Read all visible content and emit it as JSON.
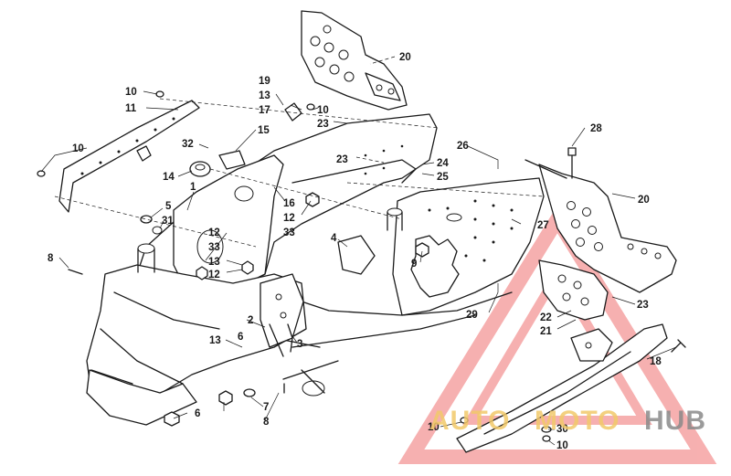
{
  "diagram": {
    "callouts": [
      {
        "id": "c20a",
        "text": "20"
      },
      {
        "id": "c19",
        "text": "19"
      },
      {
        "id": "c13a",
        "text": "13"
      },
      {
        "id": "c17",
        "text": "17"
      },
      {
        "id": "c10a",
        "text": "10"
      },
      {
        "id": "c23a",
        "text": "23"
      },
      {
        "id": "c10b",
        "text": "10"
      },
      {
        "id": "c11",
        "text": "11"
      },
      {
        "id": "c15",
        "text": "15"
      },
      {
        "id": "c32",
        "text": "32"
      },
      {
        "id": "c10c",
        "text": "10"
      },
      {
        "id": "c14",
        "text": "14"
      },
      {
        "id": "c1",
        "text": "1"
      },
      {
        "id": "c5",
        "text": "5"
      },
      {
        "id": "c31",
        "text": "31"
      },
      {
        "id": "c16",
        "text": "16"
      },
      {
        "id": "c12a",
        "text": "12"
      },
      {
        "id": "c33a",
        "text": "33"
      },
      {
        "id": "c12b",
        "text": "12"
      },
      {
        "id": "c33b",
        "text": "33"
      },
      {
        "id": "c13b",
        "text": "13"
      },
      {
        "id": "c12c",
        "text": "12"
      },
      {
        "id": "c4",
        "text": "4"
      },
      {
        "id": "c9",
        "text": "9"
      },
      {
        "id": "c23b",
        "text": "23"
      },
      {
        "id": "c26",
        "text": "26"
      },
      {
        "id": "c24",
        "text": "24"
      },
      {
        "id": "c25",
        "text": "25"
      },
      {
        "id": "c28",
        "text": "28"
      },
      {
        "id": "c20b",
        "text": "20"
      },
      {
        "id": "c27",
        "text": "27"
      },
      {
        "id": "c8a",
        "text": "8"
      },
      {
        "id": "c2",
        "text": "2"
      },
      {
        "id": "c6a",
        "text": "6"
      },
      {
        "id": "c3",
        "text": "3"
      },
      {
        "id": "c13c",
        "text": "13"
      },
      {
        "id": "c29",
        "text": "29"
      },
      {
        "id": "c22",
        "text": "22"
      },
      {
        "id": "c21",
        "text": "21"
      },
      {
        "id": "c23c",
        "text": "23"
      },
      {
        "id": "c18",
        "text": "18"
      },
      {
        "id": "c6b",
        "text": "6"
      },
      {
        "id": "c7",
        "text": "7"
      },
      {
        "id": "c8b",
        "text": "8"
      },
      {
        "id": "c10d",
        "text": "10"
      },
      {
        "id": "c30",
        "text": "30"
      },
      {
        "id": "c10e",
        "text": "10"
      }
    ]
  },
  "watermark": {
    "part1": "AUTO",
    "part2": "MOTO",
    "part3": "HUB",
    "colors": {
      "auto": "#f2c96a",
      "moto": "#f2c96a",
      "hub": "#8a8a8a",
      "triangle": "#f28c8c"
    }
  }
}
